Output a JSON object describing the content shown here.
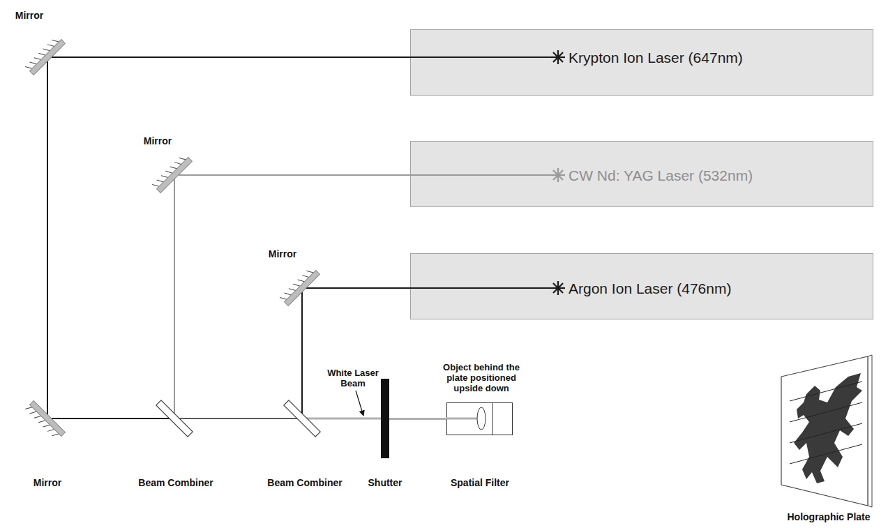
{
  "diagram": {
    "nodes": [
      {
        "text": [
          "Krypton Ion Laser (647nm)"
        ]
      },
      {
        "text": [
          "CW Nd: YAG Laser (532nm)"
        ]
      },
      {
        "text": [
          "Argon Ion Laser (476nm)"
        ]
      },
      {
        "text": [
          "Mirror"
        ]
      },
      {
        "text": [
          "Mirror"
        ]
      },
      {
        "text": [
          "Mirror"
        ]
      },
      {
        "text": [
          "Mirror"
        ]
      },
      {
        "text": [
          "Beam Combiner"
        ]
      },
      {
        "text": [
          "Beam Combiner"
        ]
      },
      {
        "text": [
          "Shutter"
        ]
      },
      {
        "text": [
          "Spatial Filter"
        ]
      },
      {
        "text": [
          "Holographic Plate"
        ]
      }
    ],
    "edges": [
      {
        "from": 0,
        "to": 3,
        "arrow": "none"
      },
      {
        "from": 3,
        "to": 6,
        "arrow": "none"
      },
      {
        "from": 6,
        "to": 7,
        "arrow": "none"
      },
      {
        "from": 1,
        "to": 4,
        "arrow": "none"
      },
      {
        "from": 4,
        "to": 7,
        "arrow": "none"
      },
      {
        "from": 7,
        "to": 8,
        "arrow": "none"
      },
      {
        "from": 2,
        "to": 5,
        "arrow": "none"
      },
      {
        "from": 5,
        "to": 8,
        "arrow": "none"
      },
      {
        "from": 8,
        "to": 9,
        "label": "White Laser Beam",
        "arrow": "none"
      },
      {
        "from": 9,
        "to": 10,
        "arrow": "none"
      }
    ],
    "labels": [
      "Object behind the plate positioned upside down"
    ]
  }
}
